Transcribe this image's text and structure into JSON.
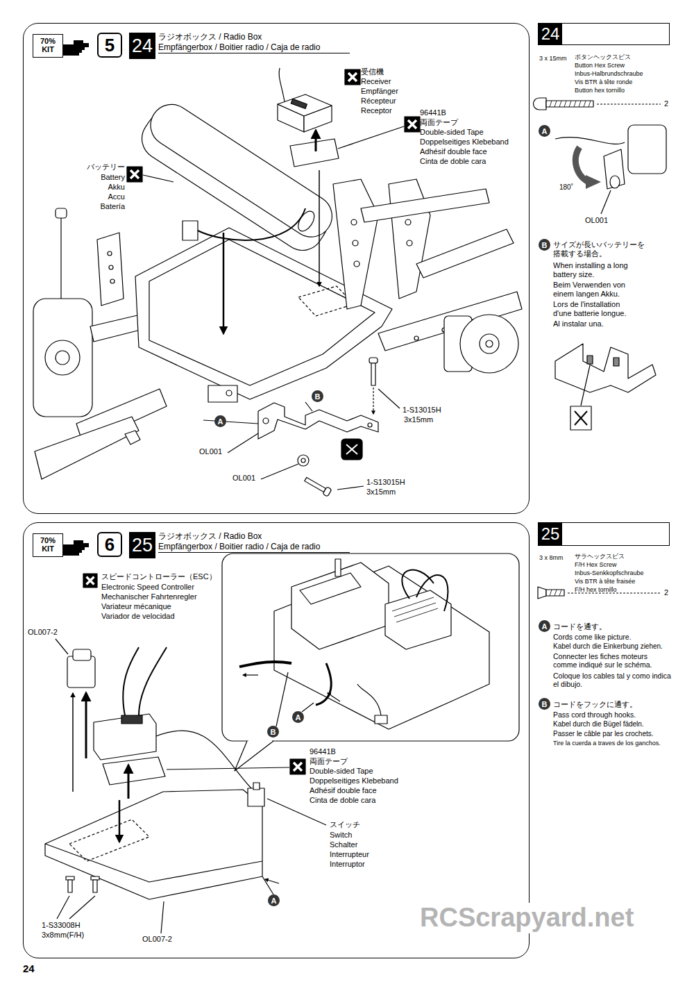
{
  "diagram": {
    "nodes": [
      {
        "text": [
          "ラジオボックス / Radio Box",
          "Empfängerbox / Boitier radio / Caja de radio"
        ]
      },
      {
        "text": [
          "70% KIT"
        ],
        "in": 0
      },
      {
        "text": [
          "5"
        ],
        "in": 0
      },
      {
        "text": [
          "24"
        ],
        "in": 0
      },
      {
        "text": [
          "A"
        ],
        "in": 0
      },
      {
        "text": [
          "B"
        ],
        "in": 0
      },
      {
        "text": [
          "24"
        ]
      },
      {
        "text": [
          "A"
        ]
      },
      {
        "text": [
          "B"
        ]
      },
      {
        "text": [
          "ラジオボックス / Radio Box",
          "Empfängerbox / Boitier radio / Caja de radio"
        ]
      },
      {
        "text": [
          "70% KIT"
        ],
        "in": 9
      },
      {
        "text": [
          "6"
        ],
        "in": 9
      },
      {
        "text": [
          "25"
        ],
        "in": 9
      },
      {
        "text": [
          "B"
        ],
        "in": 9
      },
      {
        "text": [
          "A"
        ],
        "in": 9
      },
      {
        "text": [
          "A"
        ],
        "in": 9
      },
      {
        "text": [
          "25"
        ]
      },
      {
        "text": [
          "A"
        ]
      },
      {
        "text": [
          "B"
        ]
      }
    ],
    "labels": [
      "受信機",
      "Receiver",
      "Empfänger",
      "Récepteur",
      "Receptor",
      "96441B",
      "両面テープ",
      "Double-sided Tape",
      "Doppelseitiges Klebeband",
      "Adhésif double face",
      "Cinta de doble cara",
      "バッテリー",
      "Battery",
      "Akku",
      "Accu",
      "Batería",
      "1-S13015H",
      "3x15mm",
      "OL001",
      "OL001",
      "1-S13015H",
      "3x15mm",
      "3 x 15mm",
      "ボタンヘックスビス",
      "Button Hex Screw",
      "Inbus-Halbrundschraube",
      "Vis BTR à tête ronde",
      "Button hex tornillo",
      "2",
      "180˚",
      "OL001",
      "サイズが長いバッテリーを 搭載する場合。",
      "When installing a long battery size.",
      "Beim Verwenden von einem langen Akku.",
      "Lors de l'installation d'une batterie longue.",
      "Al instalar una.",
      "スピードコントローラー（ESC）",
      "Electronic Speed Controller",
      "Mechanischer Fahrtenregler",
      "Variateur mécanique",
      "Variador de velocidad",
      "OL007-2",
      "96441B",
      "両面テープ",
      "Double-sided Tape",
      "Doppelseitiges Klebeband",
      "Adhésif double face",
      "Cinta de doble cara",
      "スイッチ",
      "Switch",
      "Schalter",
      "Interrupteur",
      "Interruptor",
      "1-S33008H",
      "3x8mm(F/H)",
      "OL007-2",
      "3 x 8mm",
      "サラヘックスビス",
      "F/H Hex Screw",
      "Inbus-Senkkopfschraube",
      "Vis BTR à tête fraisée",
      "F/H hex tornillo",
      "2",
      "コードを通す。",
      "Cords come like picture.",
      "Kabel durch die Einkerbung ziehen.",
      "Connecter les fiches moteurs comme indiqué sur le schéma.",
      "Coloque los cables tal y como indica el dibujo.",
      "コードをフックに通す。",
      "Pass cord through hooks.",
      "Kabel durch die Bügel fädeln.",
      "Passer le câble par les crochets.",
      "Tire la cuerda a traves de los ganchos.",
      "24",
      "RCScrapyard.net"
    ]
  }
}
